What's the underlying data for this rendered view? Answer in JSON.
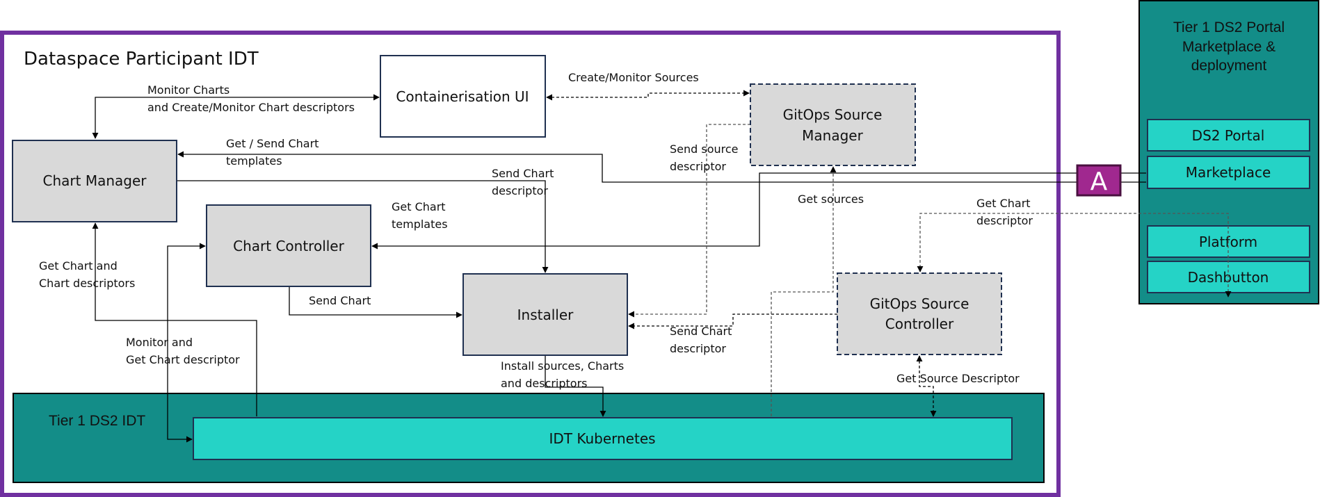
{
  "title": "Dataspace Participant IDT",
  "colors": {
    "frame": "#7030A0",
    "teal_dark": "#138D88",
    "teal_light": "#25D3C6",
    "box_gray": "#D9D9D9",
    "box_border": "#1F3050",
    "a_box": "#A0288F",
    "a_border": "#4A1040"
  },
  "components": {
    "chart_manager": "Chart Manager",
    "containerisation_ui": "Containerisation UI",
    "gitops_source_manager": [
      "GitOps Source",
      "Manager"
    ],
    "chart_controller": "Chart Controller",
    "installer": "Installer",
    "gitops_source_controller": [
      "GitOps Source",
      "Controller"
    ],
    "tier1_idt": "Tier 1 DS2 IDT",
    "idt_kubernetes": "IDT Kubernetes",
    "a_marker": "A"
  },
  "portal": {
    "title": [
      "Tier 1 DS2 Portal",
      "Marketplace &",
      "deployment"
    ],
    "items": [
      "DS2 Portal",
      "Marketplace",
      "Platform",
      "Dashbutton"
    ]
  },
  "edge_labels": {
    "monitor_charts": [
      "Monitor Charts",
      "and Create/Monitor Chart descriptors"
    ],
    "create_monitor_sources": "Create/Monitor Sources",
    "get_send_chart_templates": [
      "Get / Send Chart",
      "templates"
    ],
    "send_chart_descriptor_top": [
      "Send Chart",
      "descriptor"
    ],
    "send_source_descriptor": [
      "Send source",
      "descriptor"
    ],
    "get_sources": "Get sources",
    "get_chart_templates": [
      "Get Chart",
      "templates"
    ],
    "get_chart_descriptor_right": [
      "Get Chart",
      "descriptor"
    ],
    "get_chart_and_descriptors": [
      "Get Chart and",
      "Chart descriptors"
    ],
    "send_chart": "Send Chart",
    "monitor_get_chart_descriptor": [
      "Monitor and",
      "Get Chart descriptor"
    ],
    "send_chart_descriptor_bottom": [
      "Send Chart",
      "descriptor"
    ],
    "install_sources": [
      "Install sources, Charts",
      "and descriptors"
    ],
    "get_source_descriptor": "Get Source Descriptor"
  }
}
